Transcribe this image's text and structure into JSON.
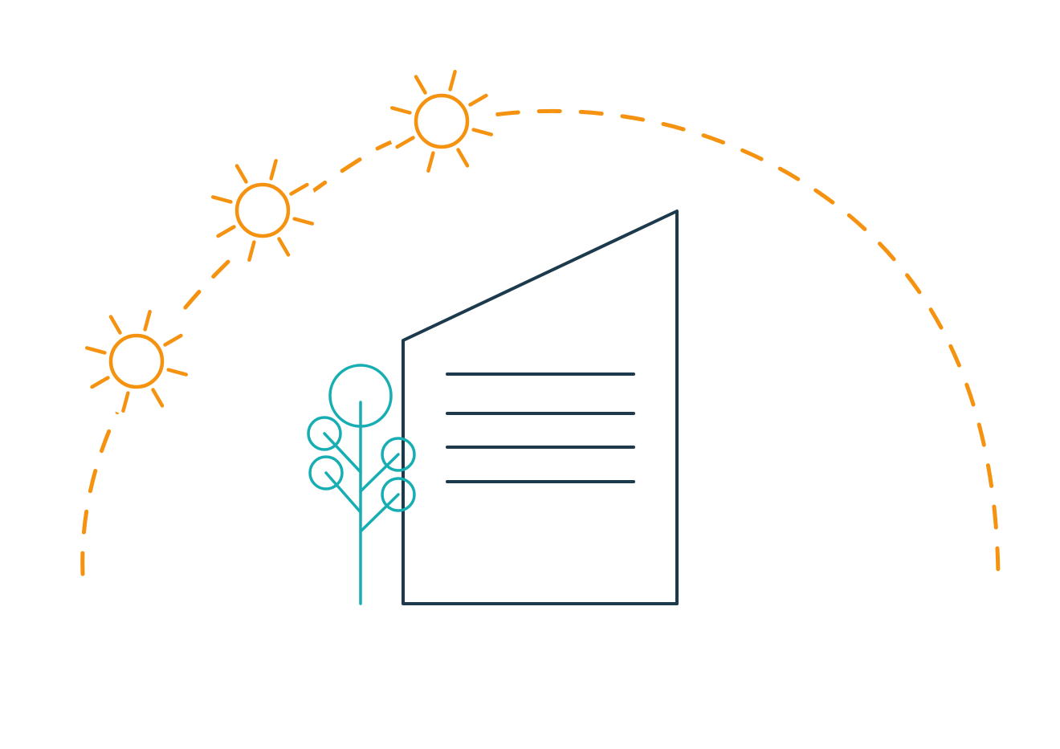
{
  "illustration": {
    "sun_count": 3,
    "building_line_count": 4,
    "tree_branch_count": 4,
    "icons": [
      "sun-icon",
      "building-icon",
      "tree-icon",
      "sun-path-arc"
    ]
  },
  "colors": {
    "background": "#ffffff",
    "sun": "#F5920F",
    "sun_path": "#F5920F",
    "building": "#1D3A4D",
    "tree": "#16AEB3"
  }
}
